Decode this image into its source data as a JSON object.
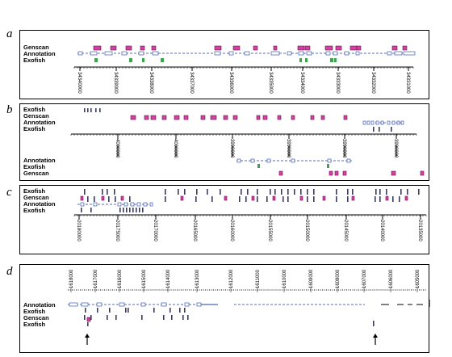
{
  "panels": {
    "a": {
      "letter": "a",
      "labels": [
        "Genscan",
        "Annotation",
        "Exofish"
      ],
      "axis_ticks": [
        "34340000",
        "34339000",
        "34338000",
        "34337000",
        "34336000",
        "34335000",
        "34334000",
        "34333000",
        "34332000",
        "34331000"
      ]
    },
    "b": {
      "letter": "b",
      "labels_top": [
        "Exofish",
        "Genscan",
        "Annotation",
        "Exofish"
      ],
      "axis_ticks": [
        "4000000",
        "4000000",
        "3990000",
        "3990000",
        "3990000",
        "3980000"
      ],
      "labels_bottom": [
        "Annotation",
        "Exofish",
        "Genscan"
      ]
    },
    "c": {
      "letter": "c",
      "labels": [
        "Exofish",
        "Genscan",
        "Annotation",
        "Exofish"
      ],
      "axis_ticks": [
        "20180000",
        "20175000",
        "20170000",
        "20165000",
        "20160000",
        "20155000",
        "20150000",
        "20145000",
        "20140000",
        "20135000"
      ]
    },
    "d": {
      "letter": "d",
      "axis_ticks": [
        "1618000",
        "1617000",
        "1616000",
        "1615000",
        "1614000",
        "1613000",
        "1612000",
        "1611000",
        "1610000",
        "1609000",
        "1608000",
        "1607000",
        "1606000",
        "1605000"
      ],
      "labels": [
        "Annotation",
        "Exofish",
        "Genscan",
        "Exofish"
      ]
    }
  },
  "colors": {
    "genscan": "#d83fa6",
    "exofish": "#3a3a5a",
    "exofish_green": "#3fa34d",
    "annotation": "#1f3fa0",
    "text": "#000000"
  },
  "icons": [
    "arrow-up-icon",
    "arrow-up-icon"
  ]
}
